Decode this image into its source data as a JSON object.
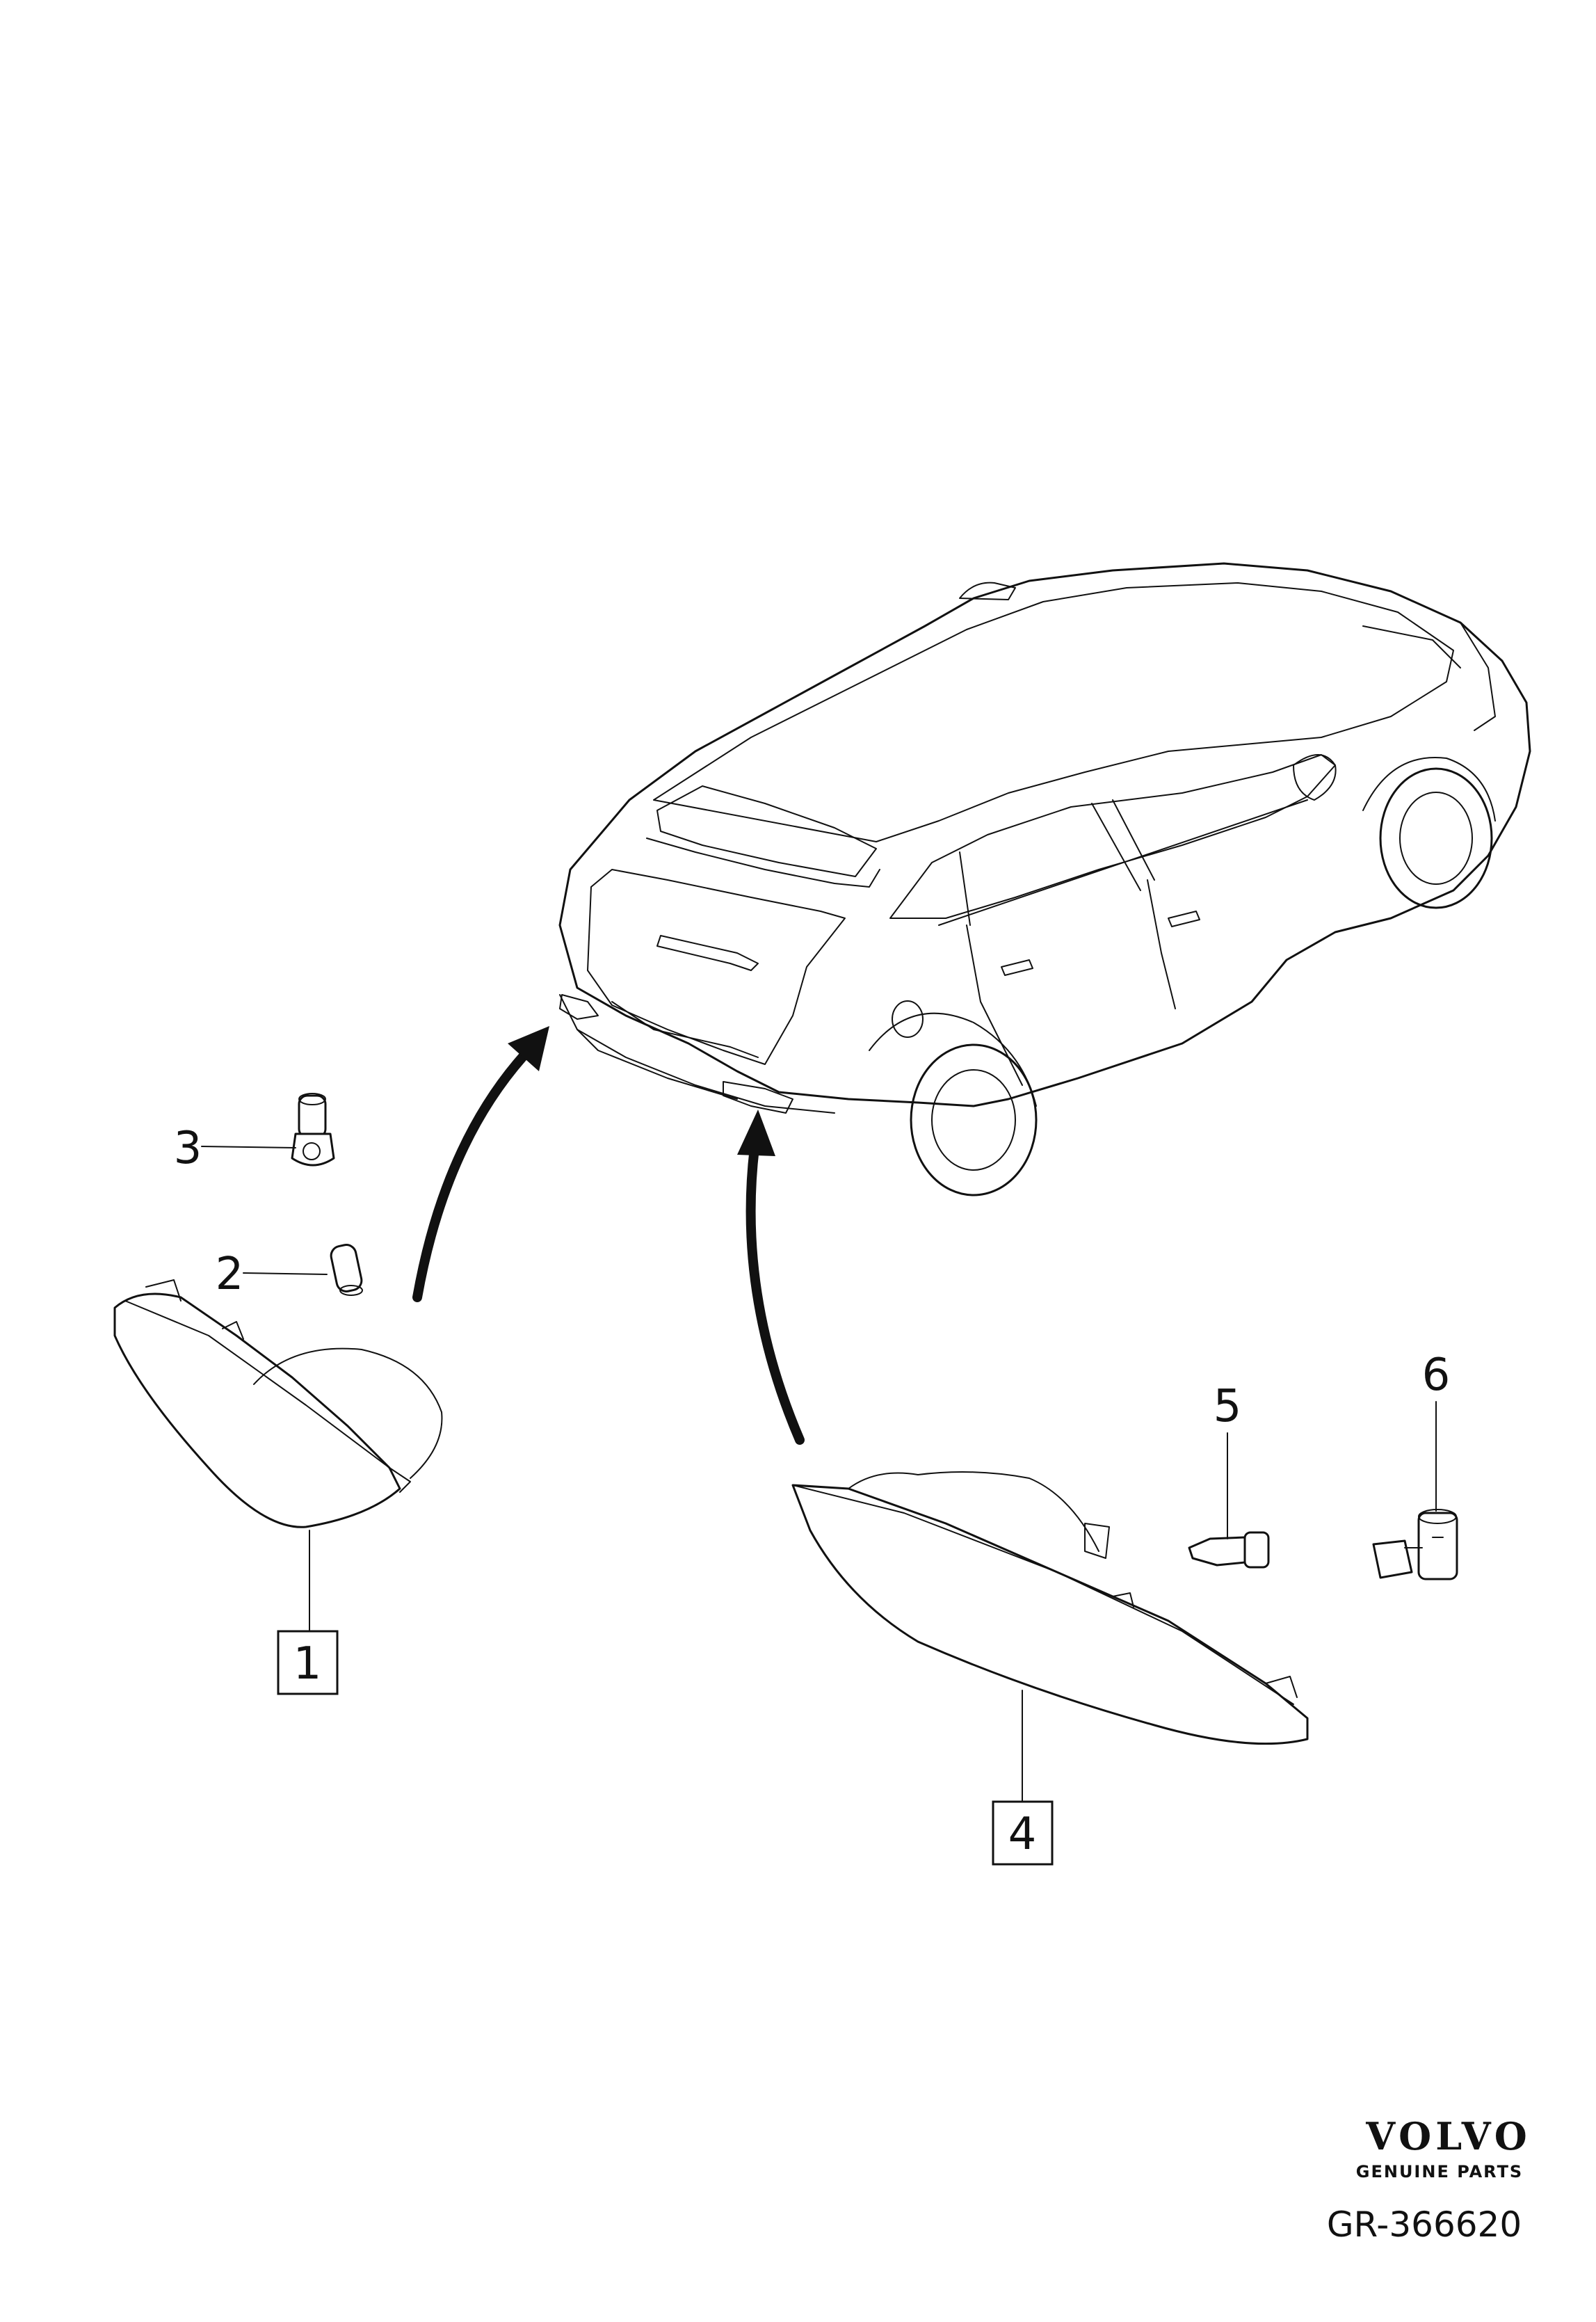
{
  "callouts": [
    {
      "id": "1",
      "boxed": true
    },
    {
      "id": "2",
      "boxed": false
    },
    {
      "id": "3",
      "boxed": false
    },
    {
      "id": "4",
      "boxed": true
    },
    {
      "id": "5",
      "boxed": false
    },
    {
      "id": "6",
      "boxed": false
    }
  ],
  "brand": {
    "name": "VOLVO",
    "tagline": "GENUINE PARTS"
  },
  "reference": "GR-366620"
}
